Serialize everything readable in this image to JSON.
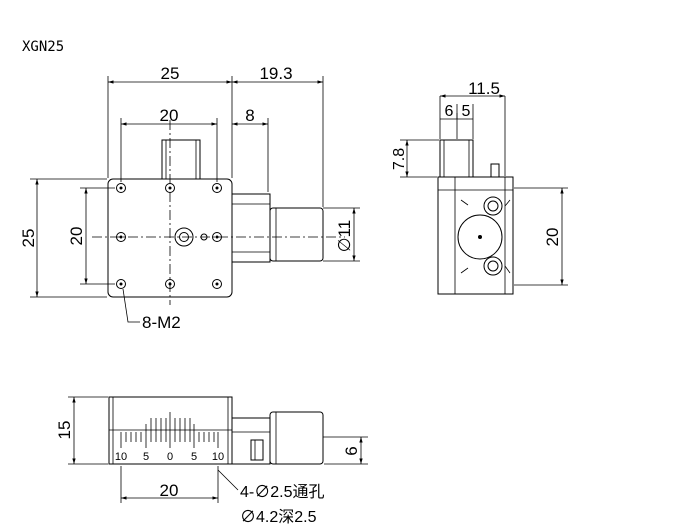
{
  "model": "XGN25",
  "top_view": {
    "dim_width_overall": "25",
    "dim_micrometer": "19.3",
    "dim_hole_pitch_x": "20",
    "dim_knob_offset": "8",
    "dim_height_overall": "25",
    "dim_hole_pitch_y": "20",
    "dim_knob_diameter": "∅11",
    "hole_callout": "8-M2"
  },
  "side_view": {
    "dim_overall": "11.5",
    "dim_small_a": "6",
    "dim_small_b": "5",
    "dim_knob_height": "7.8",
    "dim_height": "20"
  },
  "front_view": {
    "dim_height": "15",
    "dim_knob_center": "6",
    "dim_hole_pitch": "20",
    "scale_labels": [
      "10",
      "5",
      "0",
      "5",
      "10"
    ],
    "hole_note_1": "4-∅2.5通孔",
    "hole_note_2": "∅4.2深2.5"
  }
}
